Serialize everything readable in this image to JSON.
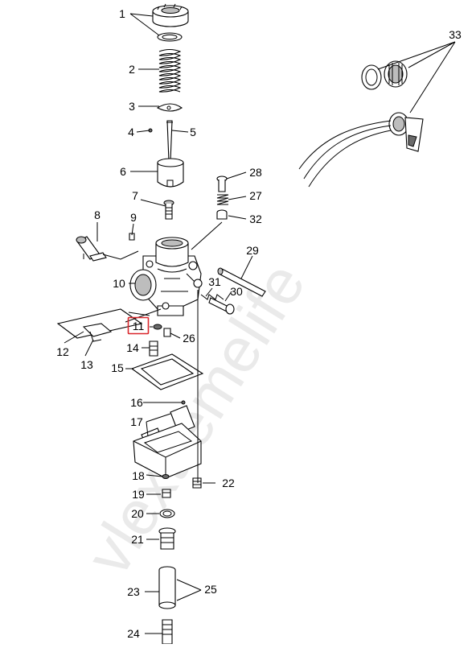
{
  "diagram": {
    "watermark": "vlextremelife",
    "highlight_color": "#d9262b",
    "highlighted_callout": "11",
    "callouts": [
      "1",
      "2",
      "3",
      "4",
      "5",
      "6",
      "7",
      "8",
      "9",
      "10",
      "11",
      "12",
      "13",
      "14",
      "15",
      "16",
      "17",
      "18",
      "19",
      "20",
      "21",
      "22",
      "23",
      "24",
      "25",
      "26",
      "27",
      "28",
      "29",
      "30",
      "31",
      "32",
      "33"
    ]
  }
}
